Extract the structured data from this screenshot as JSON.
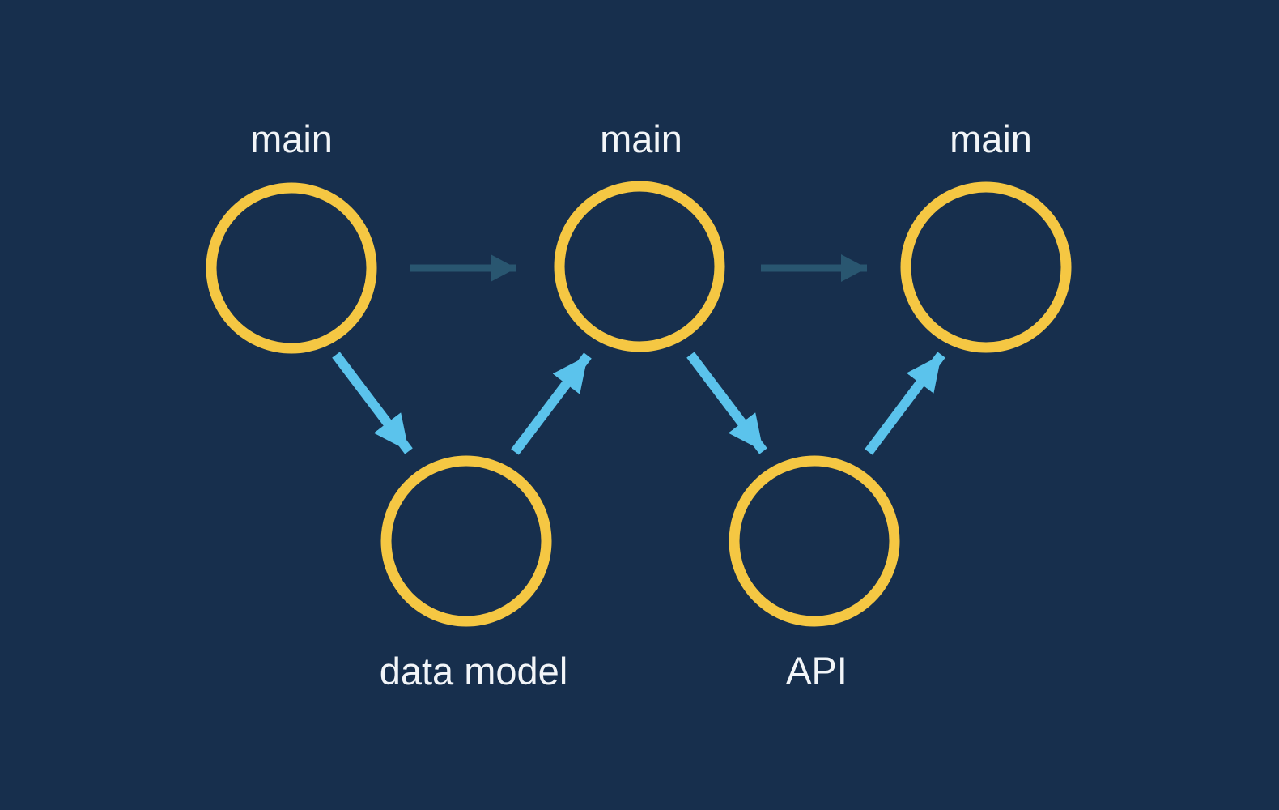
{
  "colors": {
    "background": "#172F4D",
    "node_ring": "#F5C743",
    "main_arrow": "#295670",
    "branch_arrow": "#5BC3EC",
    "label_text": "#F2F5F8"
  },
  "diagram": {
    "type": "git-branch-flow",
    "nodes": [
      {
        "label": "main",
        "kind": "main-commit",
        "label_position": "above"
      },
      {
        "label": "main",
        "kind": "main-commit",
        "label_position": "above"
      },
      {
        "label": "main",
        "kind": "main-commit",
        "label_position": "above"
      },
      {
        "label": "data model",
        "kind": "branch-commit",
        "label_position": "below"
      },
      {
        "label": "API",
        "kind": "branch-commit",
        "label_position": "below"
      }
    ],
    "edges": [
      {
        "from": 0,
        "to": 1,
        "style": "main"
      },
      {
        "from": 1,
        "to": 2,
        "style": "main"
      },
      {
        "from": 0,
        "to": 3,
        "style": "branch"
      },
      {
        "from": 3,
        "to": 1,
        "style": "branch"
      },
      {
        "from": 1,
        "to": 4,
        "style": "branch"
      },
      {
        "from": 4,
        "to": 2,
        "style": "branch"
      }
    ]
  }
}
